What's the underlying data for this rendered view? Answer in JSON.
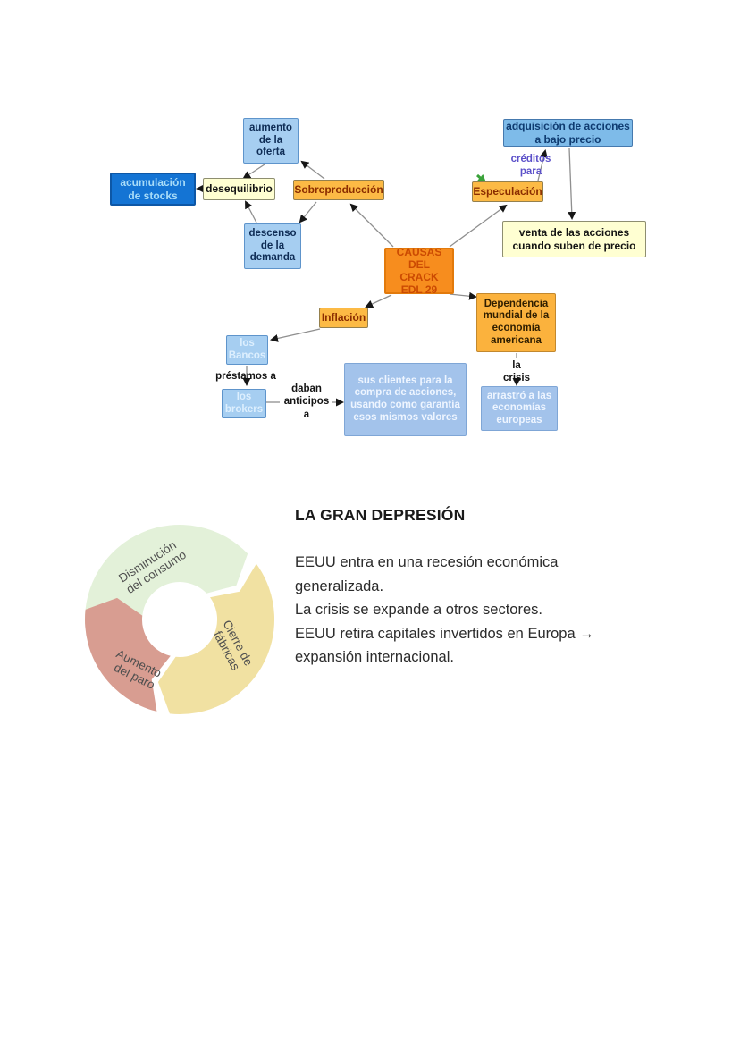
{
  "page": {
    "title": "LA GRAN DEPRESIÓN",
    "paragraph_lines": [
      "EEUU entra en una recesión económica",
      "generalizada.",
      "La crisis se expande a otros sectores.",
      "EEUU retira capitales invertidos en Europa →",
      "expansión internacional."
    ]
  },
  "concept_map": {
    "center_label": "CAUSAS DEL CRACK EDL 29",
    "nodes": {
      "aumento": {
        "label": "aumento de la oferta"
      },
      "acumulacion": {
        "label": "acumulación de stocks"
      },
      "desequilibrio": {
        "label": "desequilibrio"
      },
      "sobreproduccion": {
        "label": "Sobreproducción"
      },
      "descenso": {
        "label": "descenso de la demanda"
      },
      "adquisicion": {
        "label": "adquisición de acciones a bajo precio"
      },
      "creditos": {
        "label": "créditos para"
      },
      "especulacion": {
        "label": "Especulación"
      },
      "venta": {
        "label": "venta de las acciones cuando suben de precio"
      },
      "causas": {
        "label": "CAUSAS DEL CRACK EDL 29"
      },
      "inflacion": {
        "label": "Inflación"
      },
      "dependencia": {
        "label": "Dependencia mundial de la economía americana"
      },
      "la_crisis": {
        "label": "la crisis"
      },
      "arrastro": {
        "label": "arrastró a las economías europeas"
      },
      "bancos": {
        "label": "los Bancos"
      },
      "prestamos": {
        "label": "préstamos a"
      },
      "brokers": {
        "label": "los brokers"
      },
      "daban": {
        "label": "daban anticipos a"
      },
      "clientes": {
        "label": "sus clientes para la compra de acciones, usando como garantía esos mismos valores"
      }
    },
    "colors": {
      "light_blue": "#a6cef1",
      "dark_blue": "#1474d4",
      "cream_yellow": "#ffffd2",
      "amber": "#fcba45",
      "center_orange": "#f78d1e",
      "periwinkle": "#a3c3eb",
      "purple_text": "#5b50c9",
      "green_arrow": "#3aa23a"
    }
  },
  "cycle": {
    "segments": [
      {
        "name": "disminucion-consumo",
        "line1": "Disminución",
        "line2": "del consumo",
        "color": "#e3f1d9",
        "text_color": "#4f4f4f"
      },
      {
        "name": "cierre-fabricas",
        "line1": "Cierre de",
        "line2": "fábricas",
        "color": "#f1e1a2",
        "text_color": "#4f4f4f"
      },
      {
        "name": "aumento-paro",
        "line1": "Aumento",
        "line2": "del paro",
        "color": "#d89d91",
        "text_color": "#4f4f4f"
      }
    ]
  }
}
